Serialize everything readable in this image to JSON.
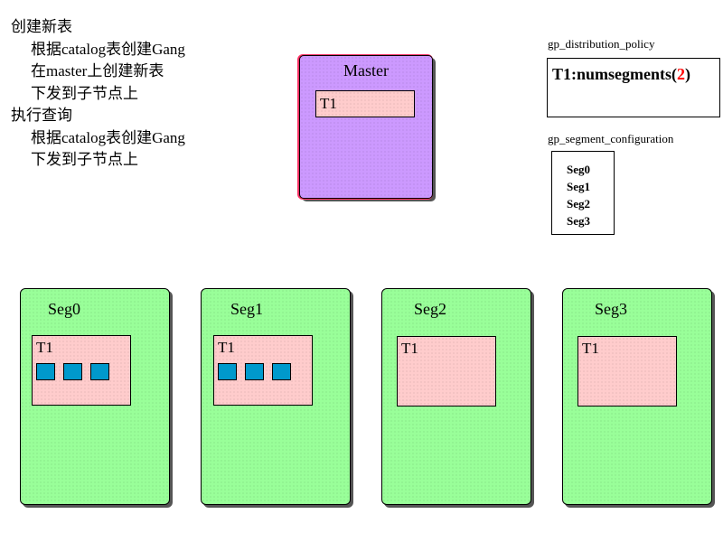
{
  "notes": [
    {
      "text": "创建新表",
      "indent": false
    },
    {
      "text": "根据catalog表创建Gang",
      "indent": true
    },
    {
      "text": "在master上创建新表",
      "indent": true
    },
    {
      "text": "下发到子节点上",
      "indent": true
    },
    {
      "text": "执行查询",
      "indent": false
    },
    {
      "text": "根据catalog表创建Gang",
      "indent": true
    },
    {
      "text": "下发到子节点上",
      "indent": true
    }
  ],
  "master": {
    "title": "Master",
    "table": "T1",
    "color": "#cc99ff"
  },
  "policy": {
    "label": "gp_distribution_policy",
    "text_prefix": "T1:numsegments(",
    "num": "2",
    "text_suffix": ")"
  },
  "config": {
    "label": "gp_segment_configuration",
    "segments": [
      "Seg0",
      "Seg1",
      "Seg2",
      "Seg3"
    ]
  },
  "segments": [
    {
      "name": "Seg0",
      "table": "T1",
      "blocks": 3
    },
    {
      "name": "Seg1",
      "table": "T1",
      "blocks": 3
    },
    {
      "name": "Seg2",
      "table": "T1",
      "blocks": 0
    },
    {
      "name": "Seg3",
      "table": "T1",
      "blocks": 0
    }
  ],
  "colors": {
    "segment": "#99ff99",
    "table": "#ffcccc",
    "block": "#0099cc",
    "highlight": "#ff0000"
  }
}
